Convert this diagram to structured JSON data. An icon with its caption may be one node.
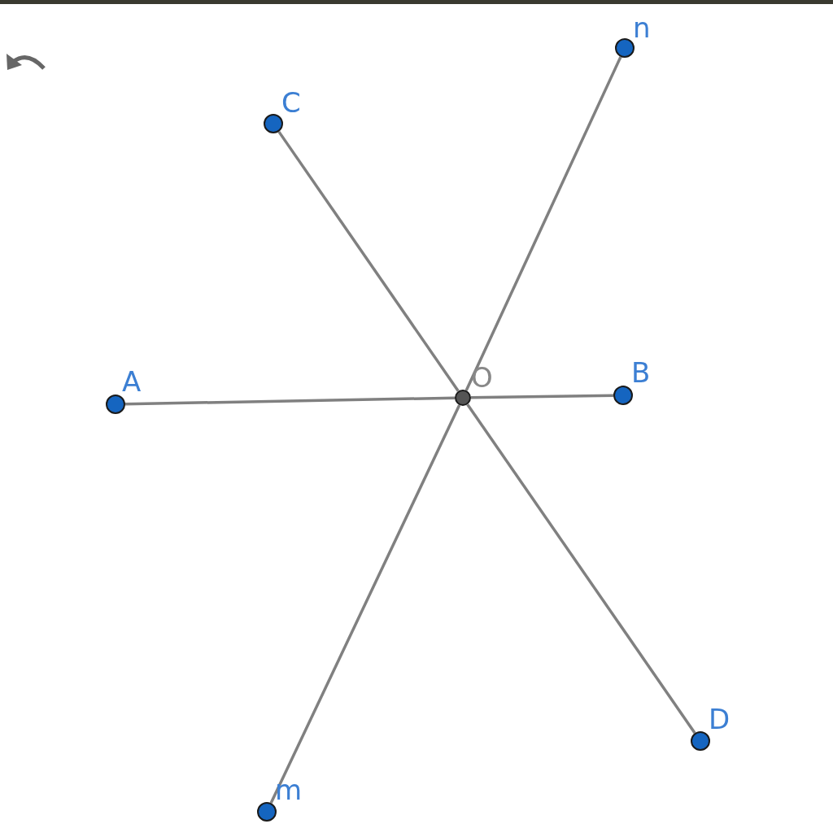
{
  "diagram": {
    "nodes": [
      {
        "text": [
          "n"
        ]
      },
      {
        "text": [
          "C"
        ]
      },
      {
        "text": [
          "A"
        ]
      },
      {
        "text": [
          "O"
        ]
      },
      {
        "text": [
          "B"
        ]
      },
      {
        "text": [
          "D"
        ]
      },
      {
        "text": [
          "m"
        ]
      }
    ],
    "edges": [
      {
        "from": 2,
        "to": 3,
        "arrow": "none"
      },
      {
        "from": 3,
        "to": 4,
        "arrow": "none"
      },
      {
        "from": 1,
        "to": 3,
        "arrow": "none"
      },
      {
        "from": 3,
        "to": 5,
        "arrow": "none"
      },
      {
        "from": 6,
        "to": 3,
        "arrow": "none"
      },
      {
        "from": 3,
        "to": 0,
        "arrow": "none"
      }
    ]
  }
}
